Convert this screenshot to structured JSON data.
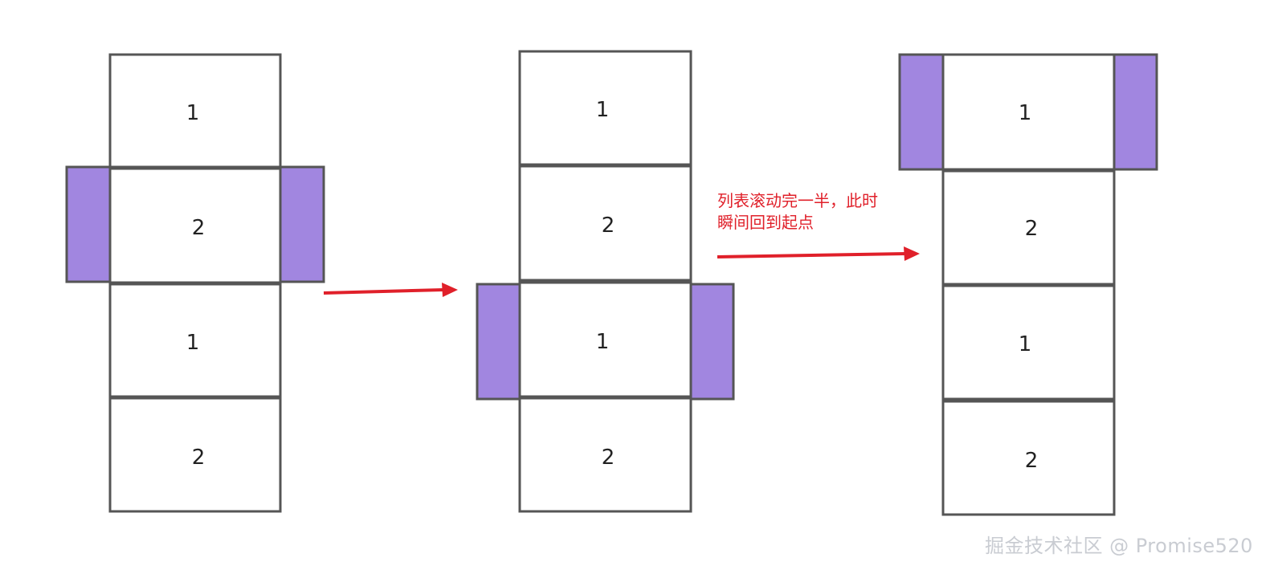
{
  "stages": [
    {
      "cells": [
        "1",
        "2",
        "1",
        "2"
      ],
      "highlighted_cell": 2
    },
    {
      "cells": [
        "1",
        "2",
        "1",
        "2"
      ],
      "highlighted_cell": 3
    },
    {
      "cells": [
        "1",
        "2",
        "1",
        "2"
      ],
      "highlighted_cell": 1
    }
  ],
  "annotation": {
    "line1": "列表滚动完一半，此时",
    "line2": "瞬间回到起点"
  },
  "watermark": "掘金技术社区 @ Promise520",
  "colors": {
    "highlight": "#a186e0",
    "arrow": "#e0202a",
    "border": "#555555"
  }
}
